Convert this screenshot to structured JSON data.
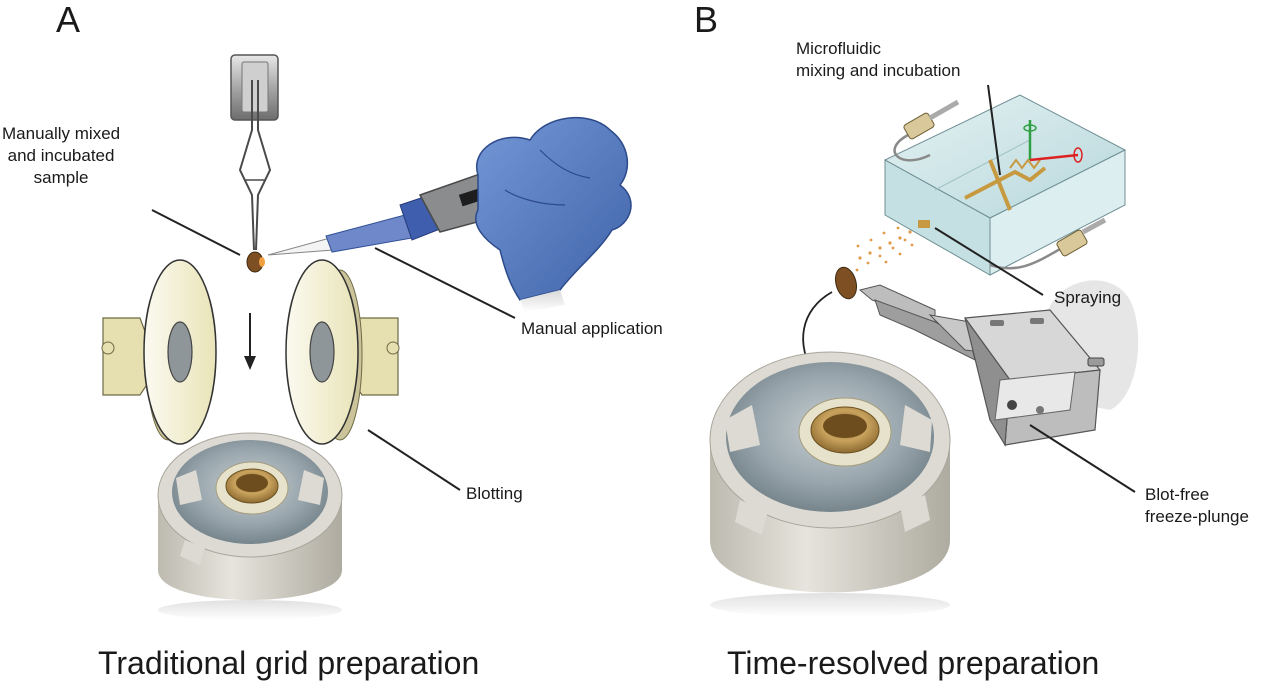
{
  "panel_a": {
    "letter": "A",
    "labels": {
      "sample": "Manually mixed\nand incubated\nsample",
      "application": "Manual application",
      "blotting": "Blotting"
    },
    "caption": "Traditional grid preparation"
  },
  "panel_b": {
    "letter": "B",
    "labels": {
      "microfluidic": "Microfluidic\nmixing and incubation",
      "spraying": "Spraying",
      "plunge": "Blot-free\nfreeze-plunge"
    },
    "caption": "Time-resolved preparation"
  },
  "colors": {
    "glove": "#5b7fc7",
    "pipette_body": "#8a8c8e",
    "pipette_blue": "#3f5fae",
    "blot_paper": "#e9e4b8",
    "dewar_rim": "#dcdad2",
    "ethane_ice": "#8d9ba3",
    "brass": "#b58b45",
    "chip_glass": "#cfe7ea",
    "sample_drop": "#8a5a2a",
    "spray": "#e09a4a"
  }
}
